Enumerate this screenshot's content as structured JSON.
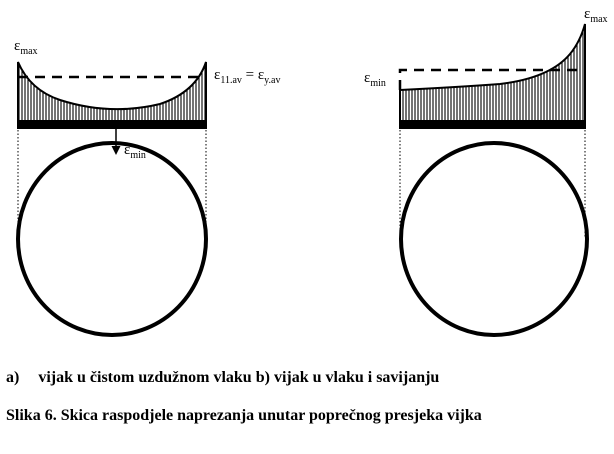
{
  "left_diagram": {
    "eps_max": {
      "base": "ε",
      "sub": "max"
    },
    "eps_avg": {
      "base1": "ε",
      "sub1": "11.av",
      "eq": " = ",
      "base2": "ε",
      "sub2": "y.av"
    },
    "eps_min": {
      "base": "ε",
      "sub": "min"
    }
  },
  "right_diagram": {
    "eps_max": {
      "base": "ε",
      "sub": "max"
    },
    "eps_min": {
      "base": "ε",
      "sub": "min"
    }
  },
  "caption": {
    "a_label": "a)",
    "a_text": "vijak u čistom uzdužnom vlaku",
    "b_label": "b)",
    "b_text": "vijak u vlaku i savijanju",
    "figure_title": "Slika 6. Skica raspodjele naprezanja unutar poprečnog presjeka vijka"
  },
  "colors": {
    "stroke": "#000000",
    "background": "#ffffff"
  }
}
